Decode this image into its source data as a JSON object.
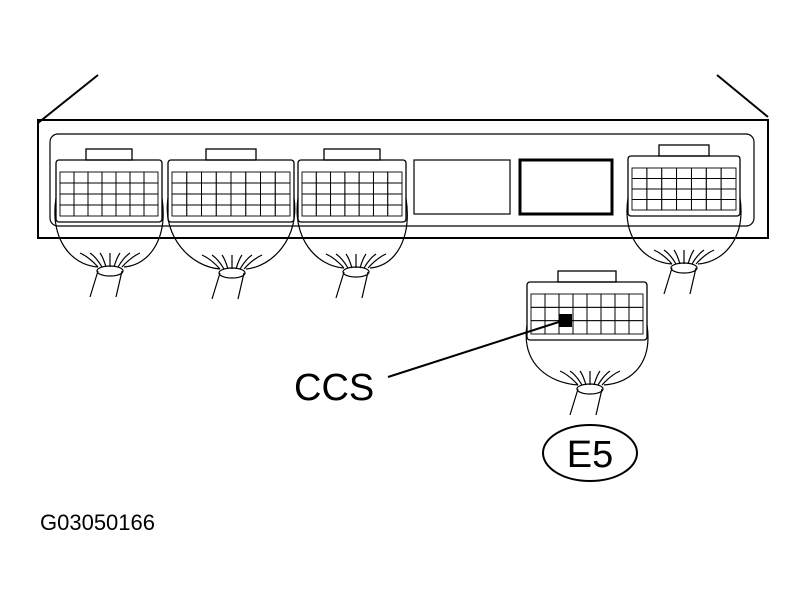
{
  "diagram": {
    "pin_label": "CCS",
    "connector_label": "E5",
    "figure_code": "G03050166"
  }
}
